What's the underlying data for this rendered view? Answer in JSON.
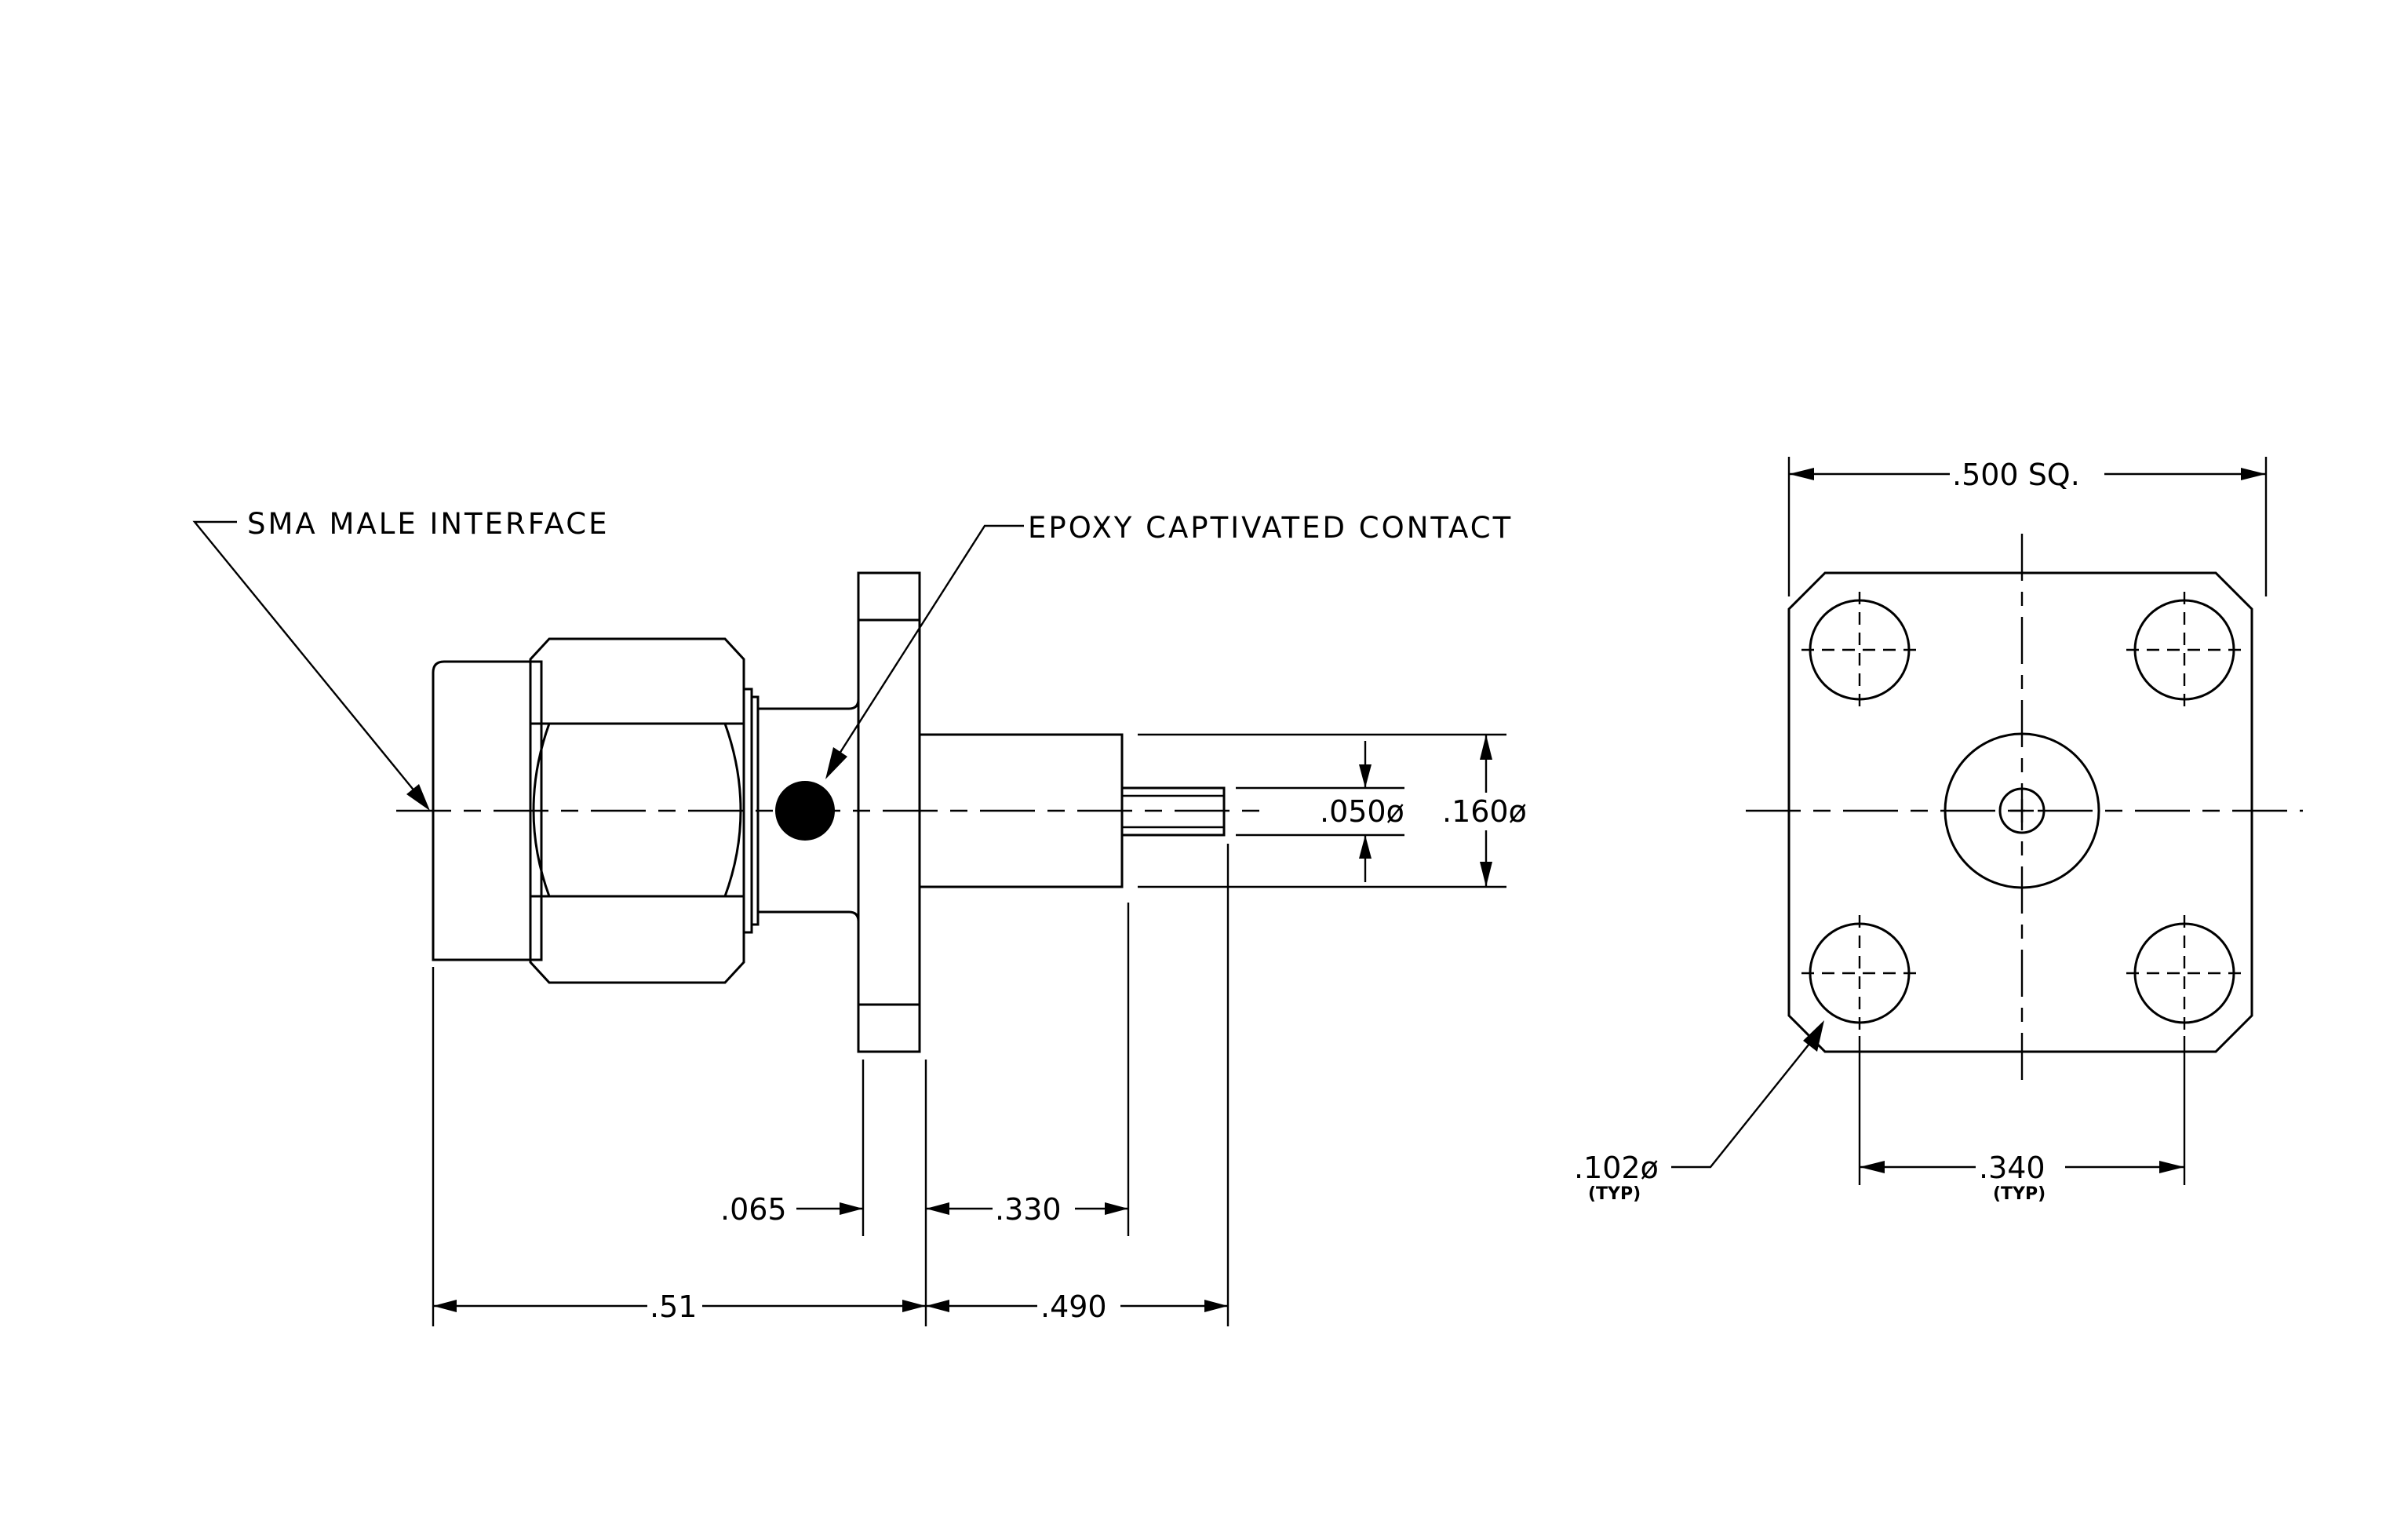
{
  "labels": {
    "interface": "SMA MALE INTERFACE",
    "contact": "EPOXY CAPTIVATED CONTACT"
  },
  "dimensions": {
    "flange_width": ".065",
    "body_length": ".330",
    "front_length": ".51",
    "rear_length": ".490",
    "pin_diameter": ".050ø",
    "body_diameter": ".160ø",
    "square_size": ".500 SQ.",
    "hole_diameter": ".102ø",
    "hole_spacing": ".340",
    "typ": "(TYP)"
  }
}
